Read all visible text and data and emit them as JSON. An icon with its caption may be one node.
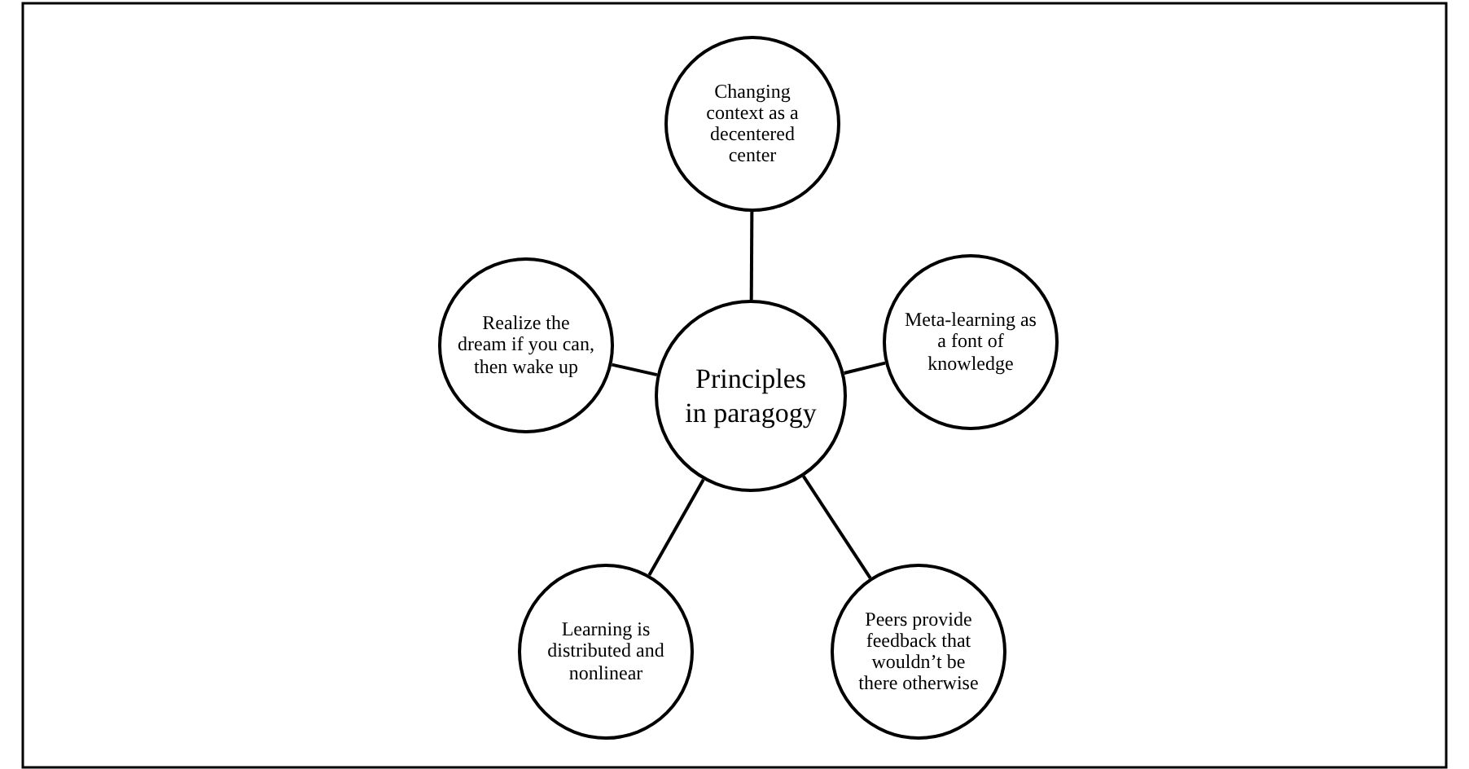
{
  "diagram": {
    "nodes": [
      {
        "text": [
          "Principles in paragogy"
        ]
      },
      {
        "text": [
          "Changing context as a decentered center"
        ]
      },
      {
        "text": [
          "Meta-learning as a font of knowledge"
        ]
      },
      {
        "text": [
          "Peers provide feedback that wouldn’t be there otherwise"
        ]
      },
      {
        "text": [
          "Learning is distributed and nonlinear"
        ]
      },
      {
        "text": [
          "Realize the dream if you can, then wake up"
        ]
      }
    ],
    "edges": [
      {
        "from": 0,
        "to": 1,
        "arrow": "none"
      },
      {
        "from": 0,
        "to": 2,
        "arrow": "none"
      },
      {
        "from": 0,
        "to": 3,
        "arrow": "none"
      },
      {
        "from": 0,
        "to": 4,
        "arrow": "none"
      },
      {
        "from": 0,
        "to": 5,
        "arrow": "none"
      }
    ]
  }
}
